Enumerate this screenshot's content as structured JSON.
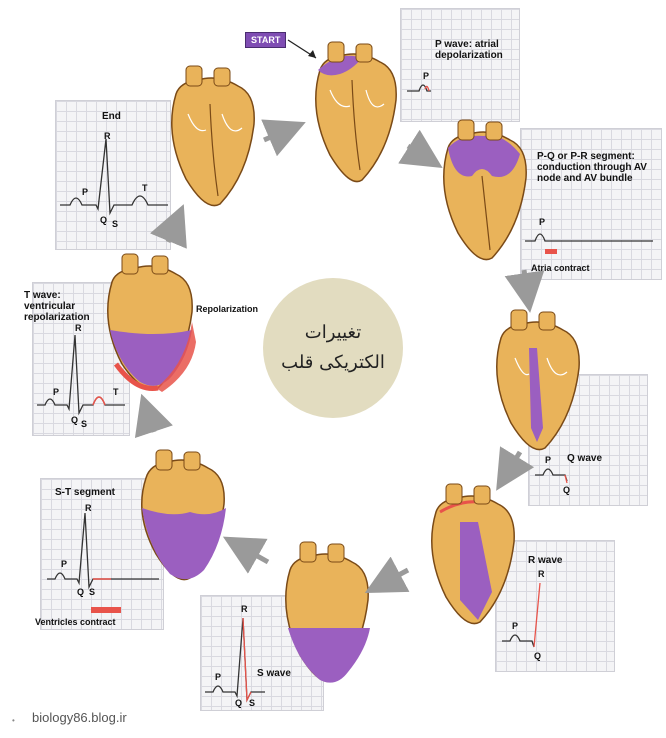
{
  "center": {
    "line1": "تغییرات",
    "line2": "الکتریکی قلب"
  },
  "start_label": "START",
  "footer": "biology86.blog.ir",
  "bullet": "•",
  "panels": {
    "p_wave": {
      "title": "P wave: atrial depolarization",
      "P": "P"
    },
    "pq": {
      "title": "P-Q or P-R segment: conduction through AV node and AV bundle",
      "caption": "Atria contract",
      "P": "P"
    },
    "q_wave": {
      "title": "Q wave",
      "P": "P",
      "Q": "Q"
    },
    "r_wave": {
      "title": "R wave",
      "P": "P",
      "Q": "Q",
      "R": "R"
    },
    "s_wave": {
      "title": "S wave",
      "P": "P",
      "Q": "Q",
      "R": "R",
      "S": "S"
    },
    "st": {
      "title": "S-T segment",
      "caption": "Ventricles contract",
      "P": "P",
      "Q": "Q",
      "R": "R",
      "S": "S"
    },
    "t_wave": {
      "title": "T wave: ventricular repolarization",
      "P": "P",
      "Q": "Q",
      "R": "R",
      "S": "S",
      "T": "T"
    },
    "end": {
      "title": "End",
      "P": "P",
      "Q": "Q",
      "R": "R",
      "S": "S",
      "T": "T"
    }
  },
  "repolarization_label": "Repolarization",
  "colors": {
    "purple": "#9b5fc0",
    "red": "#e8534a",
    "heart": "#e9b35a",
    "center": "#e2dcc0"
  }
}
